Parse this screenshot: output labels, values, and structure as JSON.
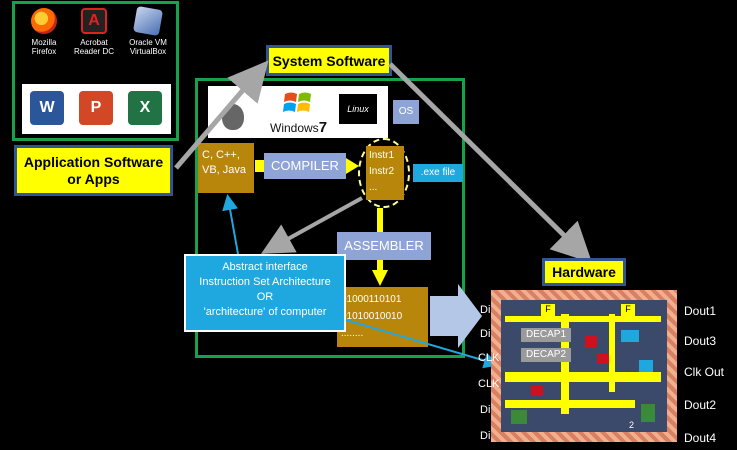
{
  "apps": {
    "firefox": "Mozilla\nFirefox",
    "acrobat": "Acrobat\nReader DC",
    "virtualbox": "Oracle VM\nVirtualBox",
    "word": "W",
    "powerpoint": "P",
    "excel": "X"
  },
  "labels": {
    "application_software": "Application Software\nor Apps",
    "system_software": "System Software",
    "hardware": "Hardware",
    "os": "OS",
    "windows": "Windows",
    "windows_version": "7",
    "linux": "Linux",
    "languages": "C, C++,\nVB, Java",
    "compiler": "COMPILER",
    "instructions": "Instr1\nInstr2\n...",
    "exe_file": ".exe file",
    "assembler": "ASSEMBLER",
    "binary": "01000110101\n01010010010\n........",
    "abstract_interface": "Abstract interface\nInstruction Set Architecture\nOR\n'architecture' of computer"
  },
  "chip": {
    "top_labels": [
      "F",
      "F"
    ],
    "left_pins": [
      "Di",
      "Di",
      "CLK",
      "CLK",
      "Di",
      "Di"
    ],
    "right_pins": [
      "Dout1",
      "Dout3",
      "Clk Out",
      "Dout2",
      "Dout4"
    ],
    "cells": [
      "DECAP1",
      "DECAP2"
    ],
    "bottom_label": "2"
  },
  "colors": {
    "frame_green": "#19a04a",
    "yellow": "#ffff00",
    "brown": "#b8860b",
    "lavender": "#8ea3d6",
    "cyan": "#1fa8e0",
    "blue_border": "#2f5597",
    "arrow_grey": "#a6a6a6"
  }
}
